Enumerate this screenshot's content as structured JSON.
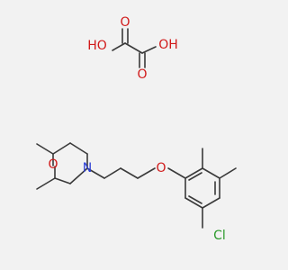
{
  "diagram": {
    "type": "chemical-structure",
    "colors": {
      "background": "#f2f2f2",
      "bond": "#3a3a3a",
      "oxygen": "#d11a1a",
      "nitrogen": "#2c3fd6",
      "chlorine": "#2b9a2b"
    },
    "labels": {
      "oxalic_oh_left": "HO",
      "oxalic_o_left": "O",
      "oxalic_o_right": "O",
      "oxalic_oh_right": "OH",
      "morpholine_o": "O",
      "morpholine_n": "N",
      "ether_o": "O",
      "chlorine": "Cl"
    }
  }
}
